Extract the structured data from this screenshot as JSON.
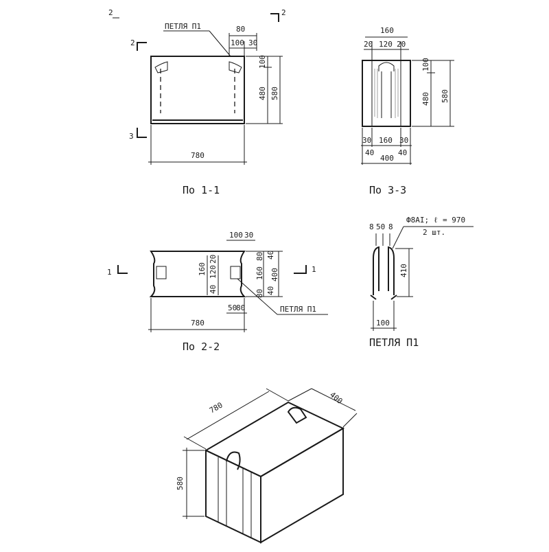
{
  "views": {
    "v11": {
      "caption": "По 1-1",
      "loop_label": "ПЕТЛЯ П1",
      "dims": {
        "top_total": "80",
        "top_a": "100",
        "top_b": "30",
        "r_100": "100",
        "r_480": "480",
        "r_580": "580",
        "bottom": "780"
      },
      "markers": {
        "tl": "2",
        "tr": "2",
        "ml": "2",
        "bl": "3"
      }
    },
    "v33": {
      "caption": "По 3-3",
      "dims": {
        "top_total": "160",
        "t_a": "20",
        "t_b": "120",
        "t_c": "20",
        "r_100": "100",
        "r_480": "480",
        "r_580": "580",
        "b_a": "30",
        "b_b": "160",
        "b_c": "30",
        "b_d": "40",
        "b_e": "400",
        "b_f": "40"
      }
    },
    "v22": {
      "caption": "По 2-2",
      "loop_label": "ПЕТЛЯ П1",
      "dims": {
        "top": "100",
        "top2": "30",
        "l_160": "160",
        "m_a": "40",
        "m_b": "120",
        "m_c": "20",
        "r_a": "80",
        "r_b": "160",
        "r_c": "80",
        "r_d": "40",
        "r_e": "400",
        "r_f": "40",
        "b_small": "50",
        "b_small2": "80",
        "bottom": "780"
      },
      "markers": {
        "l": "1",
        "r": "1"
      }
    },
    "loop": {
      "caption": "ПЕТЛЯ П1",
      "spec": "Ф8АI; ℓ = 970",
      "qty": "2 шт.",
      "dims": {
        "a": "8",
        "b": "50",
        "c": "8",
        "h": "410",
        "w": "100"
      }
    },
    "iso": {
      "dims": {
        "length": "780",
        "width": "400",
        "height": "580"
      }
    }
  }
}
